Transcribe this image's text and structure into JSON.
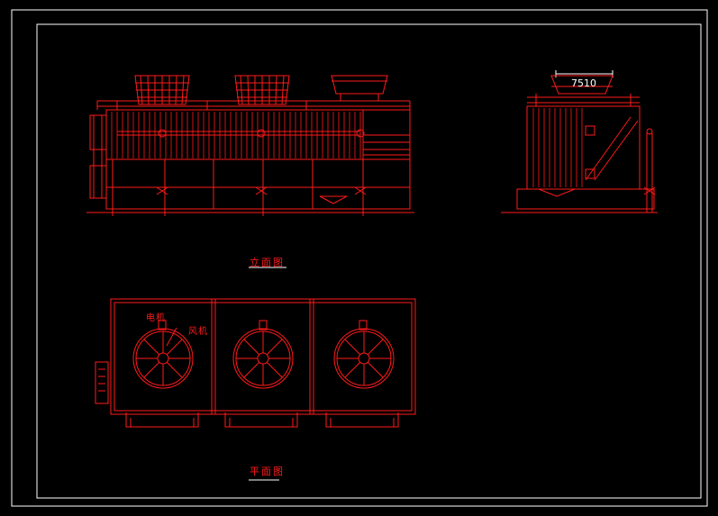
{
  "drawing": {
    "front_view_title": "立面图",
    "plan_view_title": "平面图",
    "side_dimension": "7510",
    "plan_labels": {
      "motor": "电机",
      "fan": "风机"
    },
    "fan_count": 3,
    "colors": {
      "background": "#000000",
      "frame": "#ffffff",
      "line": "#ff1a1a"
    }
  }
}
